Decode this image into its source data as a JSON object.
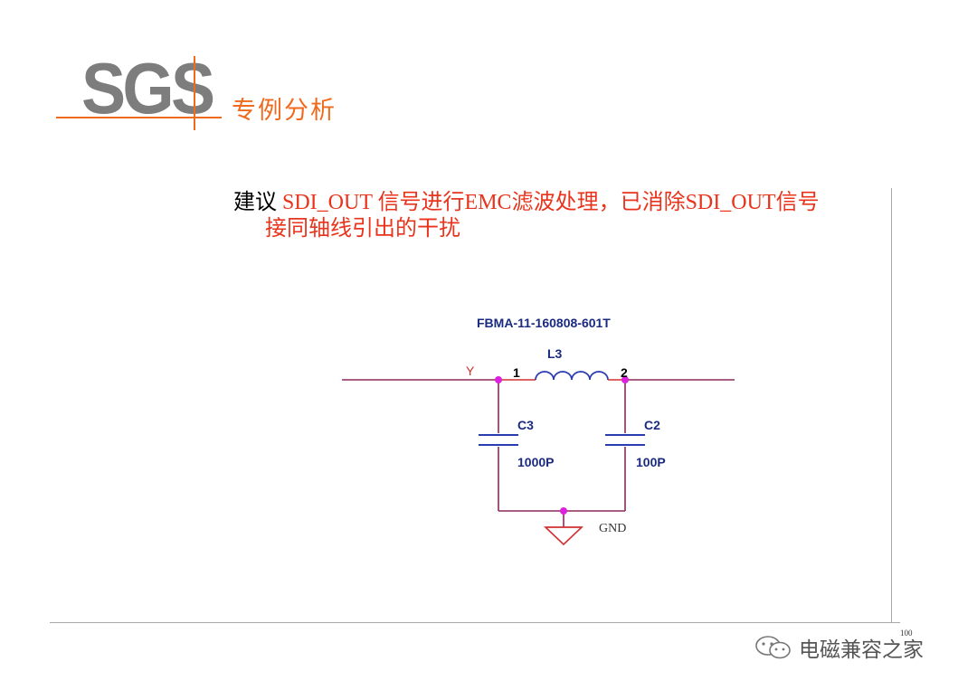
{
  "logo": {
    "text": "SGS",
    "accent_color": "#f06a1e",
    "text_color": "#7d7d7d"
  },
  "section_title": "专例分析",
  "body": {
    "prefix": "建议 ",
    "highlight_line1": "SDI_OUT 信号进行EMC滤波处理，已消除SDI_OUT信号",
    "highlight_line2": "接同轴线引出的干扰"
  },
  "schematic": {
    "part_number": "FBMA-11-160808-601T",
    "inductor": {
      "ref": "L3",
      "pin1": "1",
      "pin2": "2"
    },
    "net_label": "Y",
    "caps": [
      {
        "ref": "C3",
        "value": "1000P"
      },
      {
        "ref": "C2",
        "value": "100P"
      }
    ],
    "ground_label": "GND",
    "colors": {
      "wire": "#8a2a5a",
      "inductor": "#2a3db0",
      "pin": "#d03030",
      "junction": "#e020e0",
      "net_label": "#d03030"
    }
  },
  "page_number": "100",
  "watermark": "电磁兼容之家"
}
